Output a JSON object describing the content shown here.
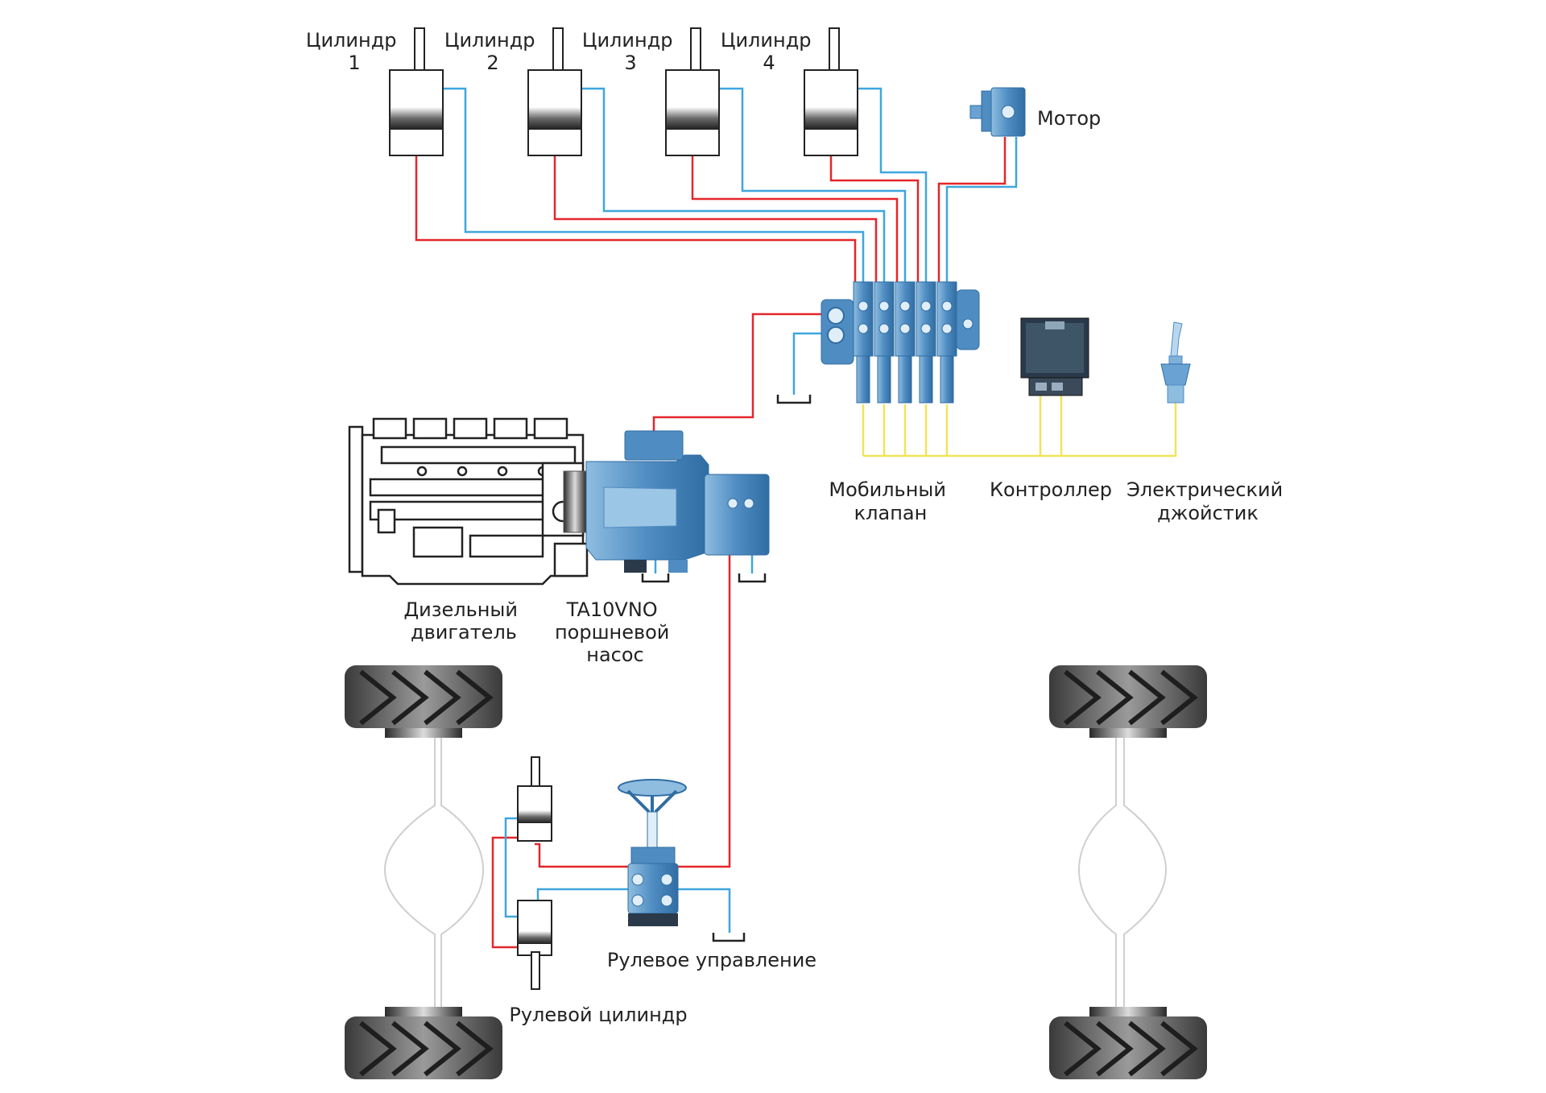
{
  "colors": {
    "pressure_line": "#e3262b",
    "return_line": "#3ea6de",
    "signal_line": "#f2e35a",
    "component_blue": "#5a93c4",
    "component_dark": "#2a3a4a",
    "tire": "#4a4a4a",
    "outline": "#222222"
  },
  "labels": {
    "cyl1": [
      "Цилиндр",
      "1"
    ],
    "cyl2": [
      "Цилиндр",
      "2"
    ],
    "cyl3": [
      "Цилиндр",
      "3"
    ],
    "cyl4": [
      "Цилиндр",
      "4"
    ],
    "motor": "Мотор",
    "valve": [
      "Мобильный",
      "клапан"
    ],
    "controller": "Контроллер",
    "joystick": [
      "Электрический",
      "джойстик"
    ],
    "engine": [
      "Дизельный",
      "двигатель"
    ],
    "pump": [
      "TA10VNO",
      "поршневой",
      "насос"
    ],
    "steering_unit": "Рулевое управление",
    "steering_cyl": "Рулевой цилиндр"
  },
  "icons": {
    "cylinder": "hydraulic-cylinder-icon",
    "motor": "hydraulic-motor-icon",
    "valve": "mobile-valve-block-icon",
    "controller": "controller-unit-icon",
    "joystick": "joystick-icon",
    "engine": "diesel-engine-icon",
    "pump": "piston-pump-icon",
    "steering": "steering-unit-icon",
    "tank": "tank-symbol-icon",
    "wheel": "tire-icon"
  }
}
